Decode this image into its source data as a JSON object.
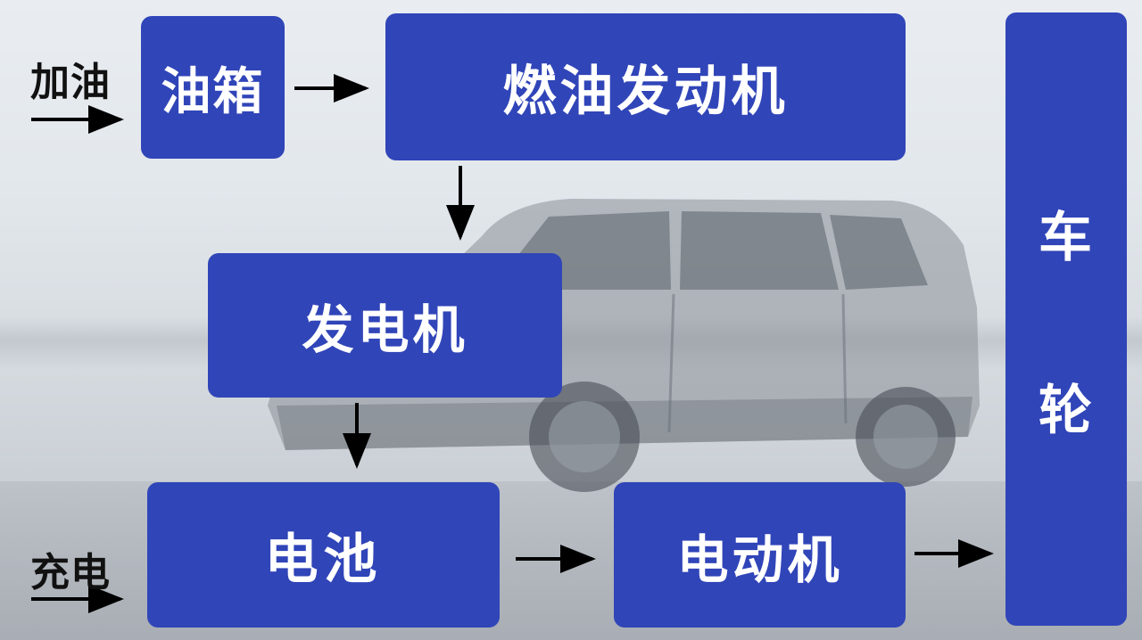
{
  "inputs": {
    "refuel": "加油",
    "charge": "充电"
  },
  "nodes": {
    "fuel_tank": "油箱",
    "fuel_engine": "燃油发动机",
    "generator": "发电机",
    "battery": "电池",
    "electric_motor": "电动机",
    "wheel_top": "车",
    "wheel_bottom": "轮"
  },
  "colors": {
    "box_fill": "#3045b8",
    "box_text": "#ffffff",
    "arrow": "#000000",
    "label_text": "#111111"
  }
}
